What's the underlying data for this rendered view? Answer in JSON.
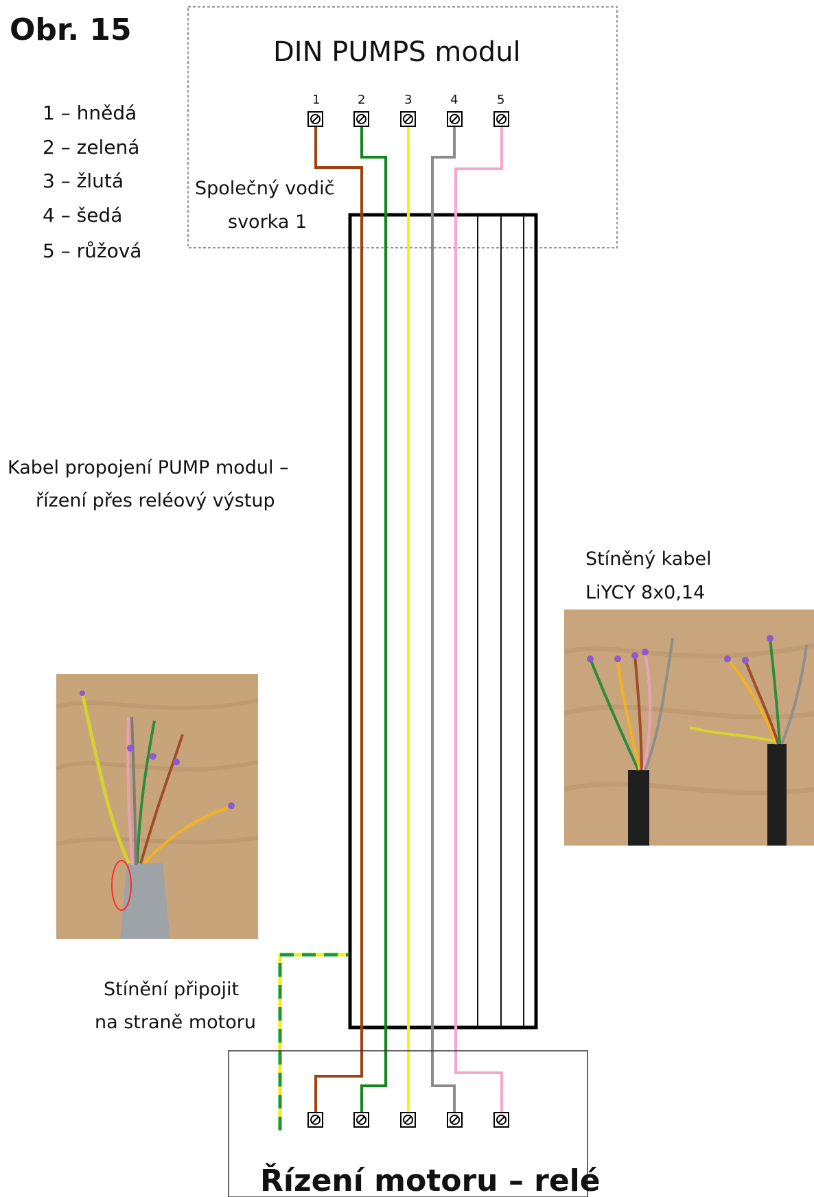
{
  "figure": {
    "number_label": "Obr. 15"
  },
  "top_module": {
    "title": "DIN PUMPS modul",
    "terminal_numbers": [
      "1",
      "2",
      "3",
      "4",
      "5"
    ],
    "note_line1": "Společný vodič",
    "note_line2": "svorka 1"
  },
  "legend": {
    "items": [
      "1 – hnědá",
      "2 – zelená",
      "3 – žlutá",
      "4 – šedá",
      "5 – růžová"
    ]
  },
  "cable_description": {
    "line1": "Kabel propojení PUMP modul –",
    "line2": "řízení přes reléový výstup"
  },
  "shielded_cable": {
    "line1": "Stíněný kabel",
    "line2": "LiYCY 8x0,14"
  },
  "shield_note": {
    "line1": "Stínění připojit",
    "line2": "na straně motoru"
  },
  "bottom_module": {
    "title": "Řízení motoru – relé"
  },
  "wire_colors": {
    "brown": "#a0420f",
    "green": "#14871a",
    "yellow": "#f7f20b",
    "gray": "#8b8b8b",
    "pink": "#f6a6c8",
    "shield_yellow": "#f3ee18",
    "shield_green": "#1b9a2d"
  },
  "icons": {
    "terminal": "screw-terminal-icon",
    "photo_left": "cable-photo-icon",
    "photo_right": "cable-photo-icon"
  }
}
